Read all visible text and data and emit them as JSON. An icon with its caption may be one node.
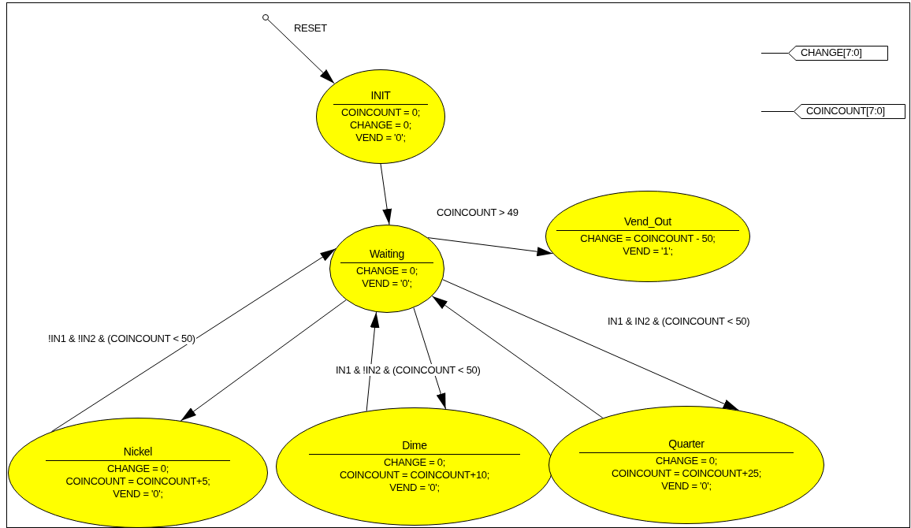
{
  "diagram": {
    "nodes": [
      {
        "text": [],
        "shape": "circle"
      },
      {
        "text": [
          "INIT",
          "COINCOUNT = 0;",
          "CHANGE = 0;",
          "VEND = '0';"
        ]
      },
      {
        "text": [
          "Waiting",
          "CHANGE = 0;",
          "VEND = '0';"
        ]
      },
      {
        "text": [
          "Vend_Out",
          "CHANGE = COINCOUNT - 50;",
          "VEND = '1';"
        ]
      },
      {
        "text": [
          "Nickel",
          "CHANGE = 0;",
          "COINCOUNT = COINCOUNT+5;",
          "VEND = '0';"
        ]
      },
      {
        "text": [
          "Dime",
          "CHANGE = 0;",
          "COINCOUNT = COINCOUNT+10;",
          "VEND = '0';"
        ]
      },
      {
        "text": [
          "Quarter",
          "CHANGE = 0;",
          "COINCOUNT = COINCOUNT+25;",
          "VEND = '0';"
        ]
      },
      {
        "text": [
          "CHANGE[7:0]"
        ]
      },
      {
        "text": [
          "COINCOUNT[7:0]"
        ]
      }
    ],
    "edges": [
      {
        "from": 0,
        "to": 1,
        "arrow": "to",
        "label": "RESET"
      },
      {
        "from": 1,
        "to": 2,
        "arrow": "to"
      },
      {
        "from": 2,
        "to": 3,
        "arrow": "to",
        "label": "COINCOUNT > 49"
      },
      {
        "from": 4,
        "to": 2,
        "arrow": "to",
        "label": "!IN1 & !IN2 & (COINCOUNT < 50)"
      },
      {
        "from": 2,
        "to": 4,
        "arrow": "to"
      },
      {
        "from": 5,
        "to": 2,
        "arrow": "to"
      },
      {
        "from": 2,
        "to": 5,
        "arrow": "to",
        "label": "IN1 & !IN2 & (COINCOUNT < 50)"
      },
      {
        "from": 2,
        "to": 6,
        "arrow": "to",
        "label": "IN1 & IN2 & (COINCOUNT < 50)"
      },
      {
        "from": 6,
        "to": 2,
        "arrow": "to"
      }
    ]
  }
}
